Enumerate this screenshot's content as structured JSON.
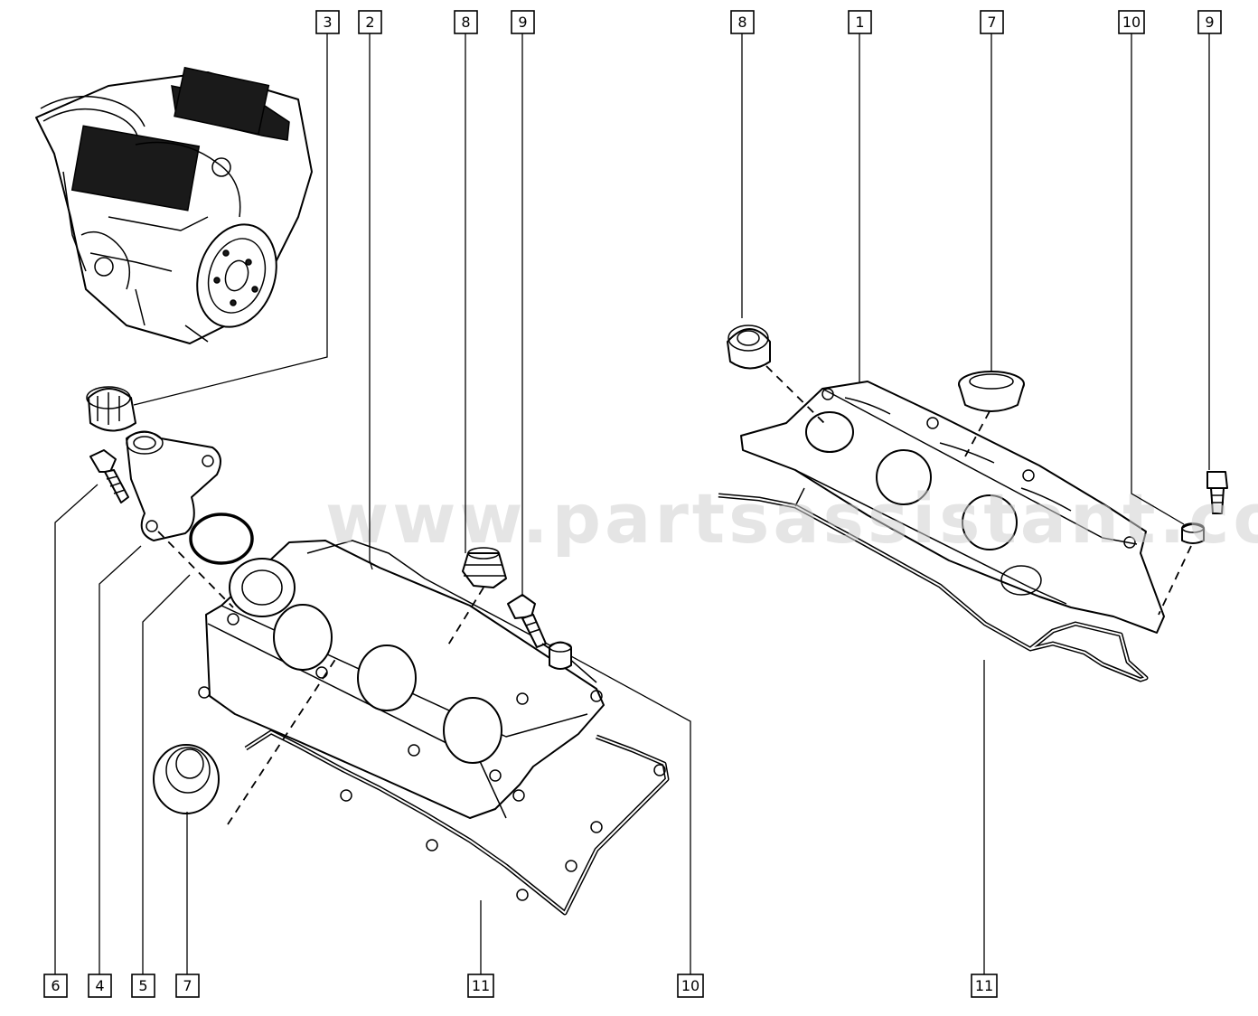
{
  "watermark": "www.partsassistant.com",
  "callouts_top": [
    "3",
    "2",
    "8",
    "9",
    "8",
    "1",
    "7",
    "10",
    "9"
  ],
  "callouts_bottom": [
    "6",
    "4",
    "5",
    "7",
    "11",
    "10",
    "11"
  ],
  "icons": [
    "engine-illustration",
    "valve-cover-left",
    "valve-cover-right",
    "cover-gasket-left",
    "cover-gasket-right",
    "oil-filler-cap",
    "filler-neck",
    "o-ring",
    "bolt",
    "grommet",
    "seal",
    "plug"
  ],
  "colors": {
    "line": "#000000",
    "background": "#ffffff",
    "watermark": "#cfcfcf"
  }
}
